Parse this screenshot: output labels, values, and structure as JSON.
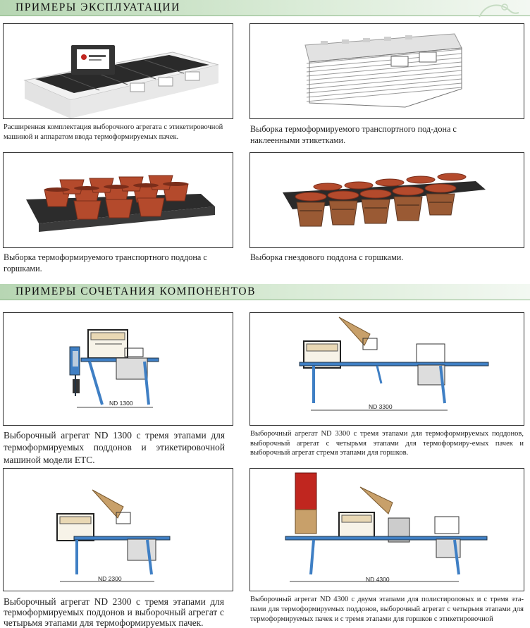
{
  "sections": {
    "operation_title": "ПРИМЕРЫ ЭКСПЛУАТАЦИИ",
    "combination_title": "ПРИМЕРЫ СОЧЕТАНИЯ КОМПОНЕНТОВ"
  },
  "operation_examples": [
    {
      "caption": "Расширенная комплектация выборочного агрегата с этикетировочной машиной и аппаратом ввода термоформируемых пачек."
    },
    {
      "caption": "Выборка термоформируемого транспортного под-дона с наклеенными этикетками."
    },
    {
      "caption": "Выборка термоформируемого транспортного поддона с горшками."
    },
    {
      "caption": "Выборка гнездового поддона с горшками."
    }
  ],
  "combination_examples": [
    {
      "dimension": "ND 1300",
      "caption": "Выборочный агрегат ND 1300 с тремя этапами для термоформируемых поддонов и этикетировочной машиной модели ETC."
    },
    {
      "dimension": "ND 3300",
      "caption": "Выборочный агрегат ND 3300 с тремя этапами для термоформируемых поддонов, выборочный агрегат с четырьмя этапами для термоформиру-емых пачек и выборочный агрегат стремя этапами для горшков."
    },
    {
      "dimension": "ND 2300",
      "caption": "Выборочный агрегат ND 2300 с тремя этапами для термоформируемых поддонов и выборочный агрегат с четырьмя этапами для термоформируемых пачек."
    },
    {
      "dimension": "ND 4300",
      "caption": "Выборочный агрегат ND 4300 с двумя этапами для полистироловых и с тремя эта-пами для термоформируемых поддонов, выборочный агрегат с четырьмя этапами для термоформируемых пачек и с тремя этапами для горшков с этикетировочной"
    }
  ],
  "colors": {
    "section_bar": "#c9e2c5",
    "machine_blue": "#3f7fc4",
    "pot_terracotta": "#b44a2c",
    "chute_tan": "#c8a06a",
    "stack_red": "#c0261f"
  }
}
